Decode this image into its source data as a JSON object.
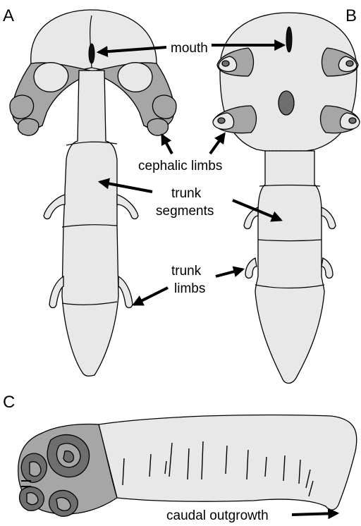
{
  "panels": {
    "a": "A",
    "b": "B",
    "c": "C"
  },
  "labels": {
    "mouth": "mouth",
    "cephalic_limbs": "cephalic limbs",
    "trunk_segments_1": "trunk",
    "trunk_segments_2": "segments",
    "trunk_limbs_1": "trunk",
    "trunk_limbs_2": "limbs",
    "caudal_outgrowth": "caudal outgrowth"
  },
  "colors": {
    "body_light": "#e8e8e8",
    "limb_grey": "#a6a6a6",
    "limb_dark": "#6e6e6e"
  }
}
